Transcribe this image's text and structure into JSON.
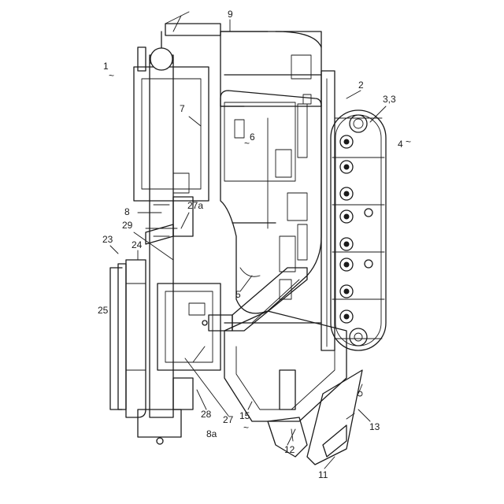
{
  "figure": {
    "labels": {
      "n1": "1",
      "n2": "2",
      "n3_3": "3,3",
      "n4": "4",
      "n5": "5",
      "n6": "6",
      "n7": "7",
      "n8": "8",
      "n8a": "8a",
      "n9": "9",
      "n11": "11",
      "n12": "12",
      "n13": "13",
      "n15": "15",
      "n23": "23",
      "n24": "24",
      "n25": "25",
      "n27": "27",
      "n27a": "27a",
      "n28": "28",
      "n29": "29"
    },
    "tilde": "~"
  }
}
